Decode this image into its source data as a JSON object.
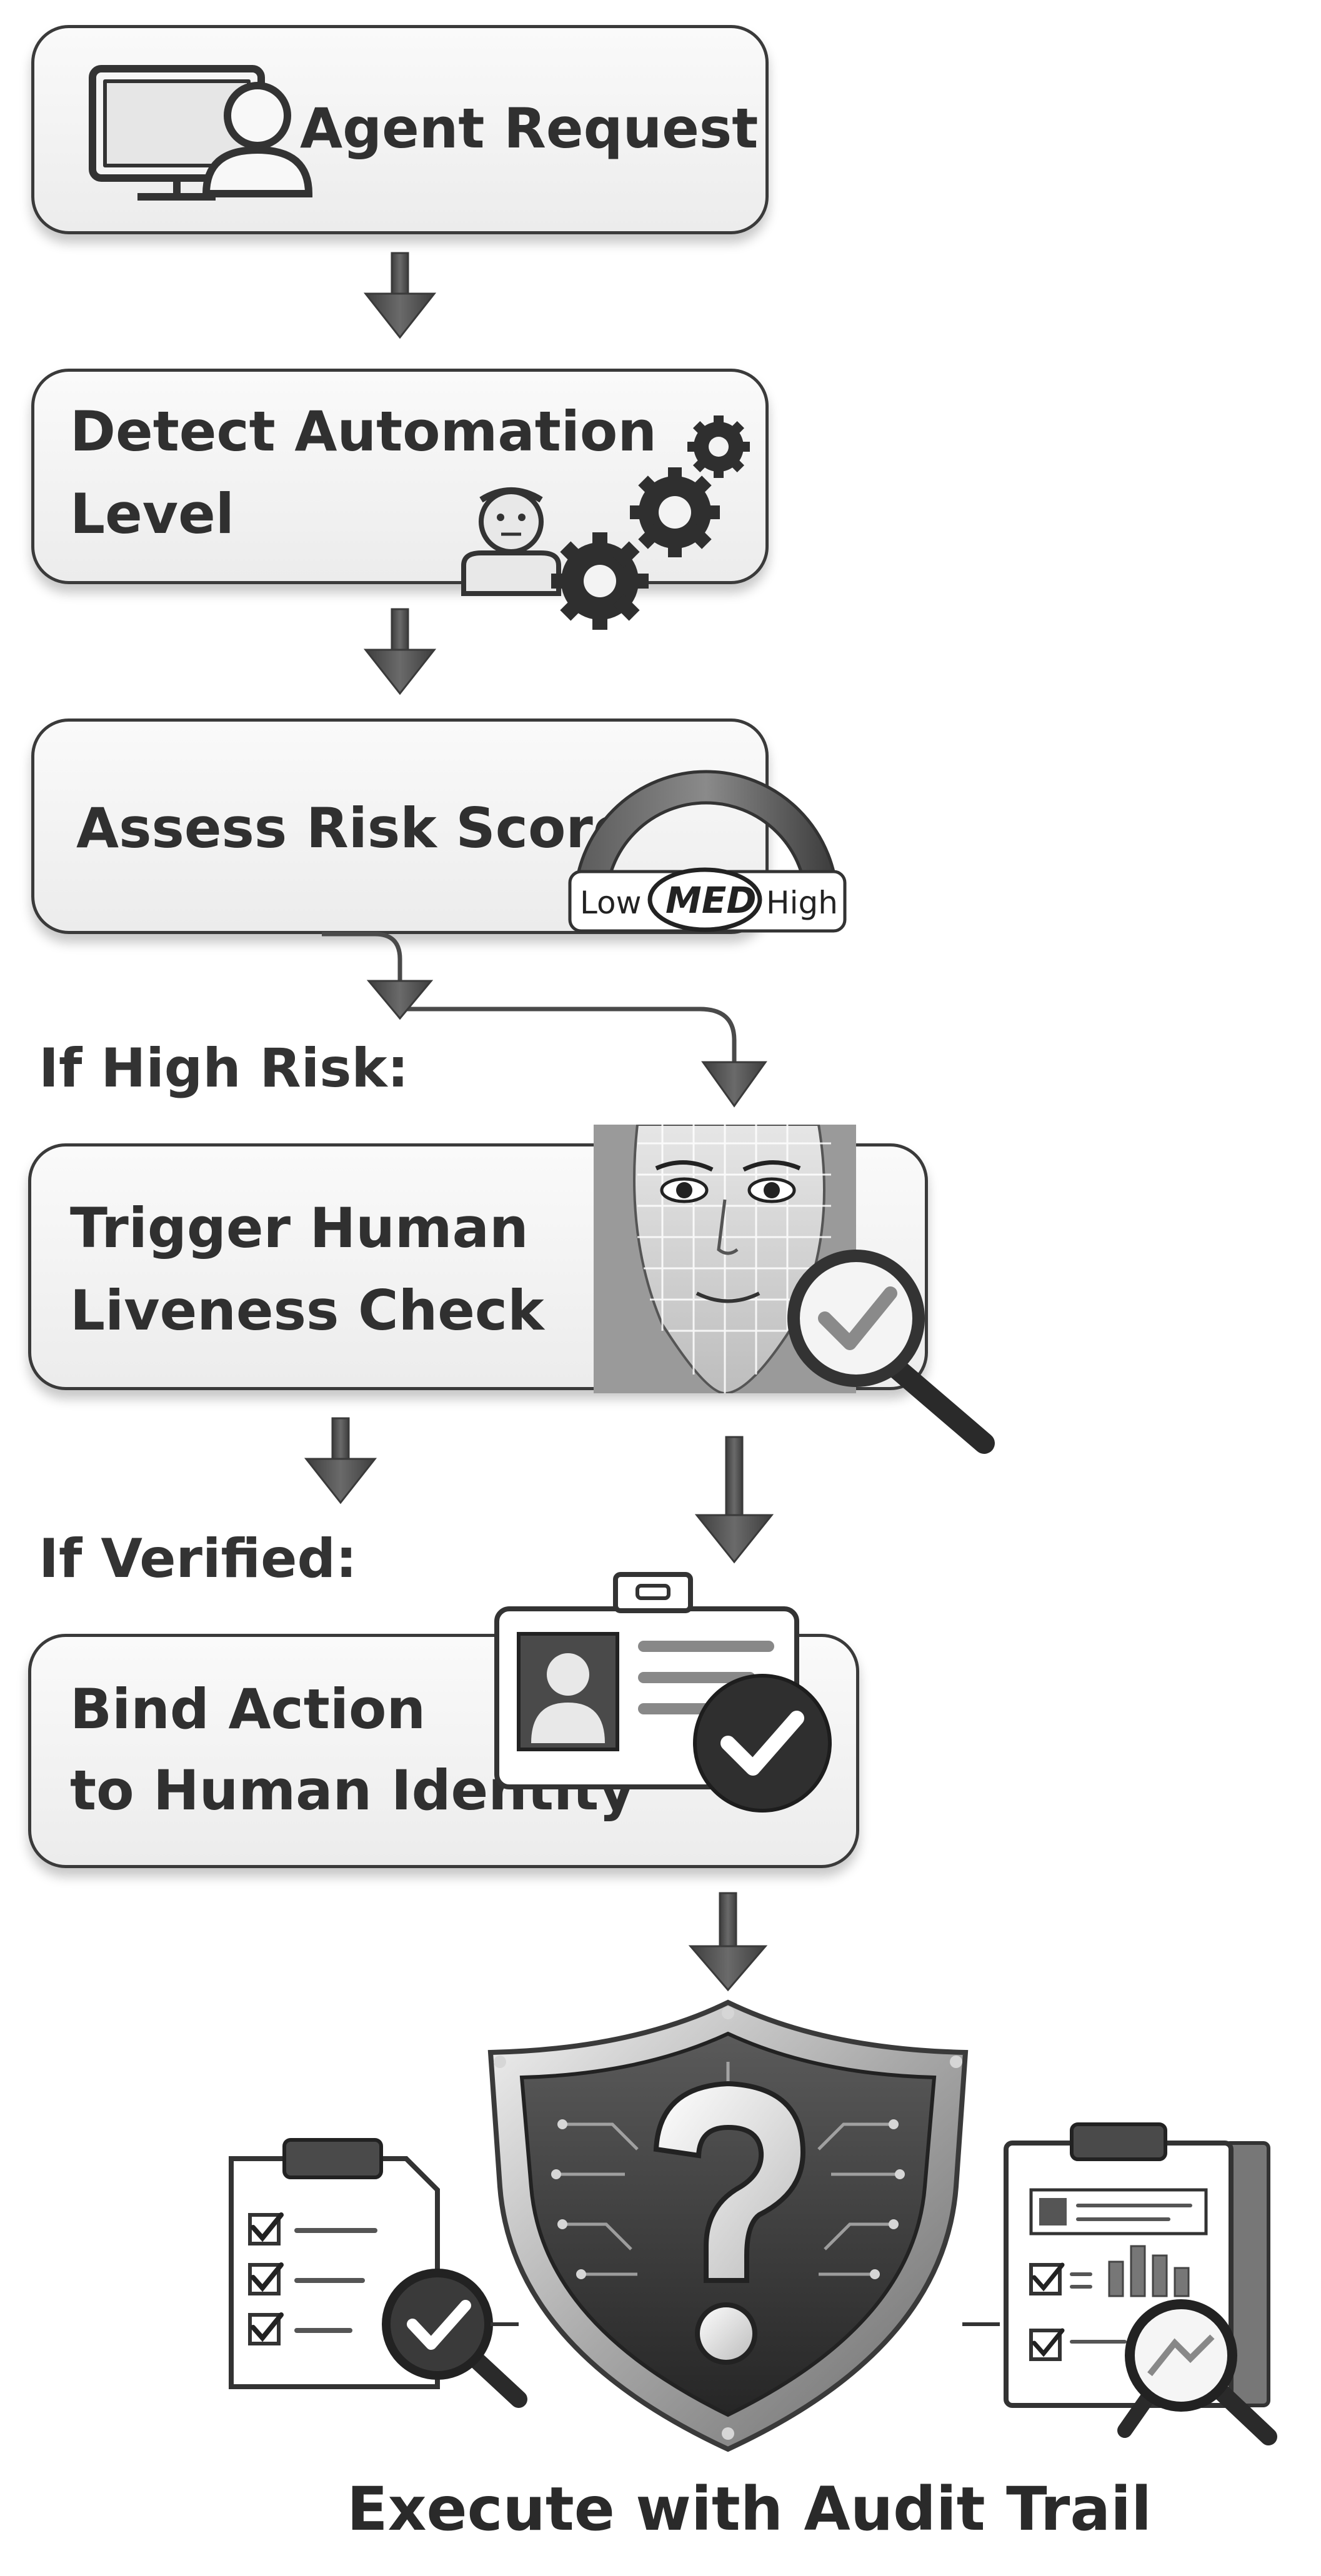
{
  "steps": {
    "agent_request": "Agent Request",
    "detect_line1": "Detect Automation",
    "detect_line2": "Level",
    "assess": "Assess Risk Score",
    "liveness_line1": "Trigger Human",
    "liveness_line2": "Liveness Check",
    "bind_line1": "Bind Action",
    "bind_line2": "to Human Identity",
    "execute": "Execute with Audit Trail"
  },
  "conditions": {
    "high_risk": "If High Risk:",
    "verified": "If Verified:"
  },
  "gauge": {
    "low": "Low",
    "med": "MED",
    "high": "High"
  },
  "icons": {
    "agent": "computer-user-icon",
    "automation": "gears-person-icon",
    "risk": "risk-gauge-icon",
    "liveness": "face-scan-magnifier-icon",
    "identity": "id-badge-check-icon",
    "execute": "shield-question-icon",
    "audit_left": "checklist-magnifier-icon",
    "audit_right": "report-magnifier-icon"
  },
  "colors": {
    "stroke": "#3a3a3a",
    "box_fill": "#f3f3f3",
    "text": "#303030",
    "arrow": "#4a4a4a"
  }
}
